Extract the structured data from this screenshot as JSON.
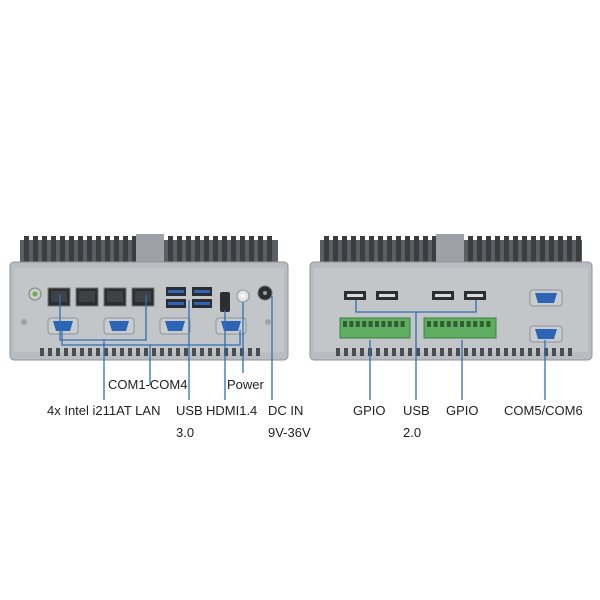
{
  "colors": {
    "chassis": "#b9bcc0",
    "chassis_dark": "#8e9296",
    "fins": "#3b3d40",
    "panel": "#a9adb1",
    "callout": "#2f6fb3",
    "usb3": "#2c65b5",
    "terminal": "#5fae62",
    "port_dark": "#2b2d30"
  },
  "icons": {
    "led": "power-led-icon",
    "antenna": "antenna-hole-icon"
  },
  "labels": {
    "com1_com4": "COM1-COM4",
    "power": "Power",
    "lan": "4x Intel i211AT LAN",
    "usb30_line1": "USB",
    "usb30_line2": "3.0",
    "hdmi": "HDMI1.4",
    "dcin_line1": "DC IN",
    "dcin_line2": "9V-36V",
    "gpio_left": "GPIO",
    "usb20_line1": "USB",
    "usb20_line2": "2.0",
    "gpio_right": "GPIO",
    "com5_com6": "COM5/COM6"
  }
}
